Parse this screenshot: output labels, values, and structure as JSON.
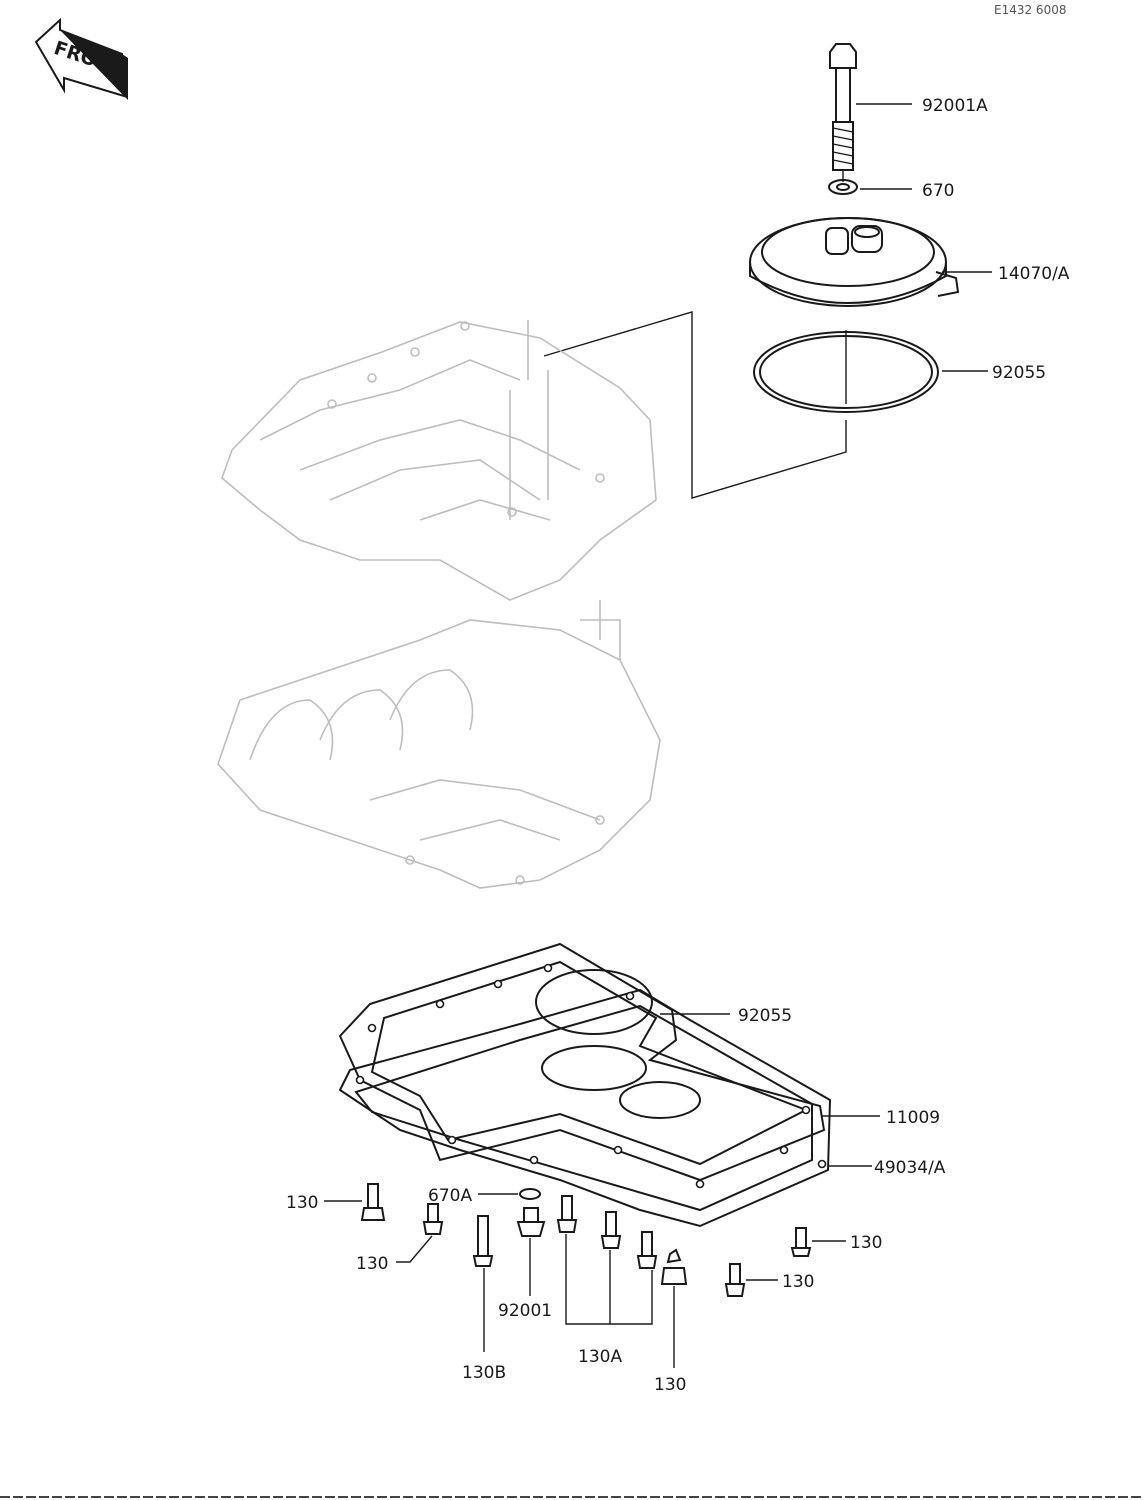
{
  "ref_code": "E1432 6008",
  "front_label": "FRONT",
  "callouts": {
    "bolt_top": "92001A",
    "washer_top": "670",
    "cover": "14070/A",
    "oring_top": "92055",
    "oring_pan": "92055",
    "gasket": "11009",
    "oil_pan": "49034/A",
    "bolt_130_left": "130",
    "bolt_130_left2": "130",
    "washer_670a": "670A",
    "bolt_92001": "92001",
    "bolt_130b": "130B",
    "bolt_130a": "130A",
    "bolt_130_bottom": "130",
    "bolt_130_right1": "130",
    "bolt_130_right2": "130"
  }
}
